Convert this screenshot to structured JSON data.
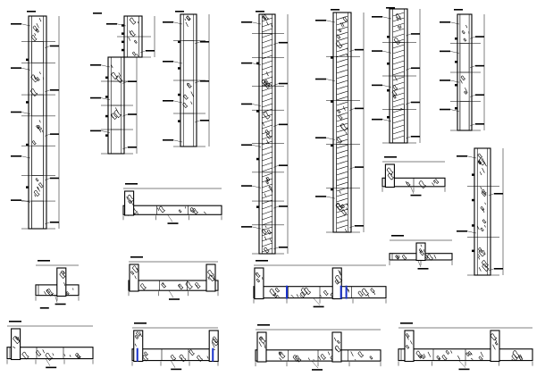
{
  "drawing": {
    "title": "",
    "colors": {
      "line": "#000000",
      "background": "#ffffff",
      "accent": "#1a33cc"
    }
  },
  "elevations": [
    {
      "id": "e1"
    },
    {
      "id": "e2"
    },
    {
      "id": "e3"
    },
    {
      "id": "e4"
    },
    {
      "id": "e5"
    },
    {
      "id": "e6"
    },
    {
      "id": "e7"
    },
    {
      "id": "e8"
    }
  ],
  "plans": [
    {
      "id": "p1"
    },
    {
      "id": "p2"
    },
    {
      "id": "p3"
    },
    {
      "id": "p4"
    },
    {
      "id": "p5"
    },
    {
      "id": "p6"
    },
    {
      "id": "p7"
    },
    {
      "id": "p8"
    },
    {
      "id": "p9"
    },
    {
      "id": "p10"
    }
  ]
}
